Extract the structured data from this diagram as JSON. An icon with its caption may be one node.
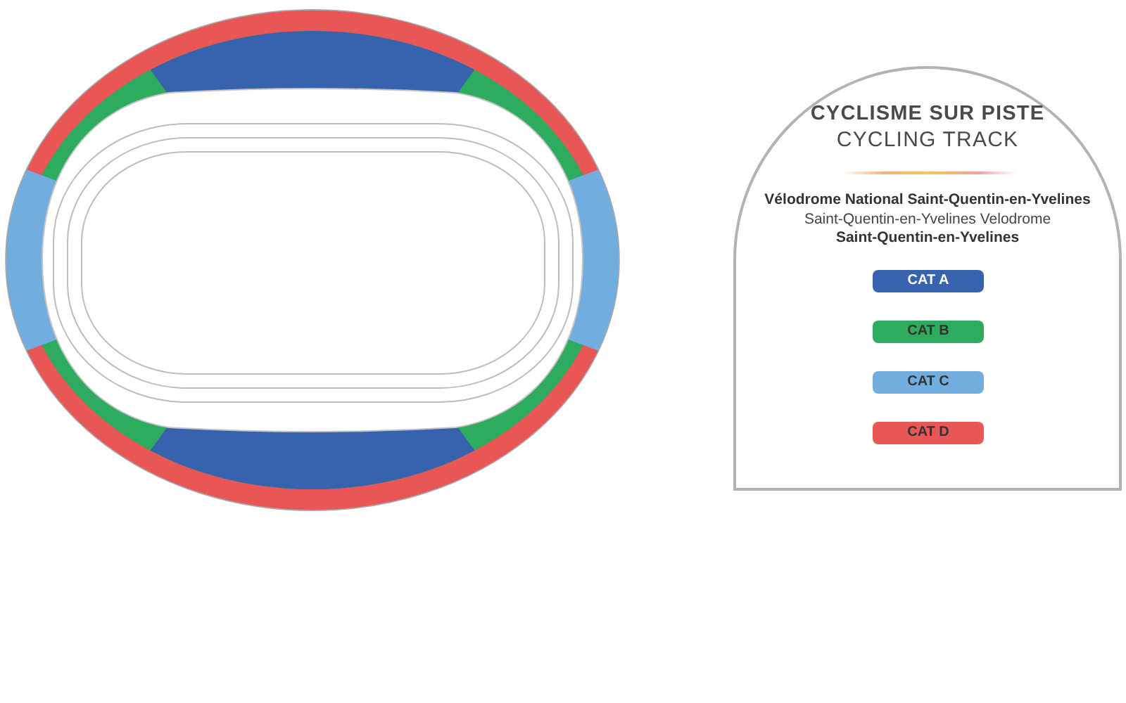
{
  "diagram": {
    "nodes": [
      {
        "text": [
          "CYCLISME SUR PISTE",
          "CYCLING TRACK",
          "Vélodrome National Saint-Quentin-en-Yvelines",
          "Saint-Quentin-en-Yvelines Velodrome",
          "Saint-Quentin-en-Yvelines"
        ]
      }
    ],
    "legend": [
      {
        "text": "CAT A",
        "color": "#3762ad"
      },
      {
        "text": "CAT B",
        "color": "#2dab5f"
      },
      {
        "text": "CAT C",
        "color": "#72ade0"
      },
      {
        "text": "CAT D",
        "color": "#e85656"
      }
    ]
  }
}
